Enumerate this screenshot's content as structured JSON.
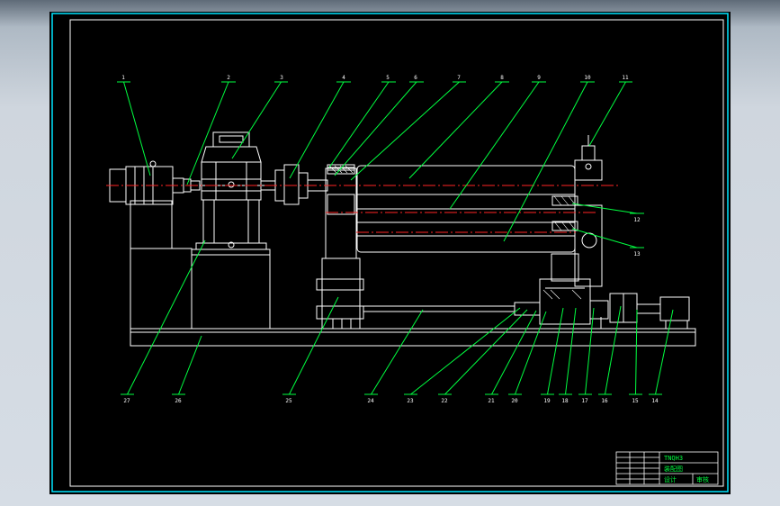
{
  "drawing": {
    "balloons": [
      {
        "n": "1"
      },
      {
        "n": "2"
      },
      {
        "n": "3"
      },
      {
        "n": "4"
      },
      {
        "n": "5"
      },
      {
        "n": "6"
      },
      {
        "n": "7"
      },
      {
        "n": "8"
      },
      {
        "n": "9"
      },
      {
        "n": "10"
      },
      {
        "n": "11"
      },
      {
        "n": "12"
      },
      {
        "n": "13"
      },
      {
        "n": "14"
      },
      {
        "n": "15"
      },
      {
        "n": "16"
      },
      {
        "n": "17"
      },
      {
        "n": "18"
      },
      {
        "n": "19"
      },
      {
        "n": "20"
      },
      {
        "n": "21"
      },
      {
        "n": "22"
      },
      {
        "n": "23"
      },
      {
        "n": "24"
      },
      {
        "n": "25"
      },
      {
        "n": "26"
      },
      {
        "n": "27"
      }
    ],
    "title_block": {
      "drawing_name": "TNQH3",
      "row2": "装配图",
      "row3_left": "设计",
      "row3_right": "审核"
    }
  },
  "colors": {
    "background": "#000000",
    "line": "#ffffff",
    "leader": "#00ff00",
    "centerline": "#ff2020",
    "frame_outer": "#00ffff",
    "frame_inner": "#ffffff"
  }
}
